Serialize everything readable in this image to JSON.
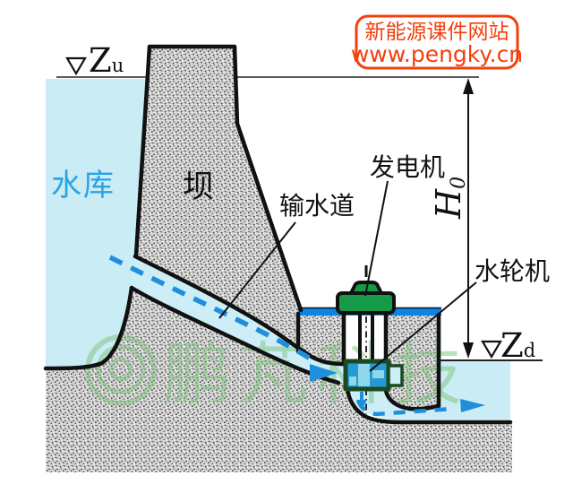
{
  "badge": {
    "line1": "新能源课件网站",
    "line2": "www.pengky.cn",
    "color": "#f2400e"
  },
  "labels": {
    "reservoir": "水库",
    "dam": "坝",
    "penstock": "输水道",
    "generator": "发电机",
    "turbine": "水轮机"
  },
  "levels": {
    "upstream_letter": "Z",
    "upstream_subscript": "u",
    "downstream_letter": "Z",
    "downstream_subscript": "d"
  },
  "dimension": {
    "head_letter": "H",
    "head_subscript": "0"
  },
  "watermark": {
    "text": "鹏芃科技",
    "color": "#7cc47c"
  },
  "colors": {
    "reservoir_water": "#c9ecf5",
    "penstock_water": "#cdeef6",
    "platform_blue": "#0d84e8",
    "flow_arrow_blue": "#1f8fdc",
    "turbine_fill": "#2599d2",
    "turbine_border_green": "#1c4a20",
    "generator_green": "#169a47",
    "reservoir_label_blue": "#2aa3e6",
    "badge_red": "#f2400e",
    "concrete_gray": "#d7d7d7",
    "outline_black": "#111111"
  }
}
